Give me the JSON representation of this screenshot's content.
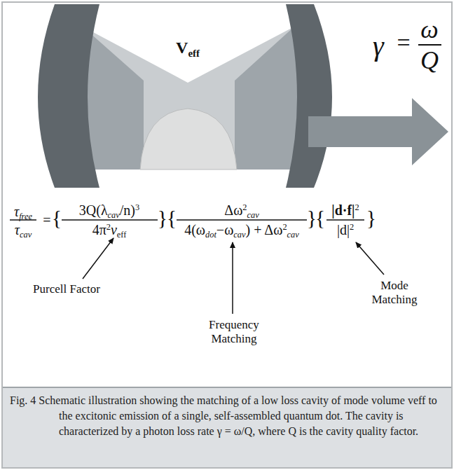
{
  "diagram": {
    "caption": "Fig. 4 Schematic illustration showing the matching of a low loss cavity of mode volume veff to the excitonic emission of a single, self-assembled quantum dot. The cavity is characterized by a photon loss rate γ = ω/Q, where Q is the cavity quality factor.",
    "labels": [
      "V",
      "eff",
      "γ",
      "=",
      "ω",
      "Q",
      "τ",
      "free",
      "τ",
      "cav",
      "=",
      "{",
      "3Q(λ",
      "cav",
      "/n)",
      "3",
      "4π",
      "2",
      "v",
      "eff",
      "}",
      "{",
      "Δω",
      "2",
      "cav",
      "4(ω",
      "dot",
      "−ω",
      "cav",
      ") + Δω",
      "2",
      "cav",
      "}",
      "{",
      "|d·f|",
      "2",
      "|d|",
      "2",
      "}",
      "Purcell Factor",
      "Frequency Matching",
      "Mode Matching"
    ]
  }
}
